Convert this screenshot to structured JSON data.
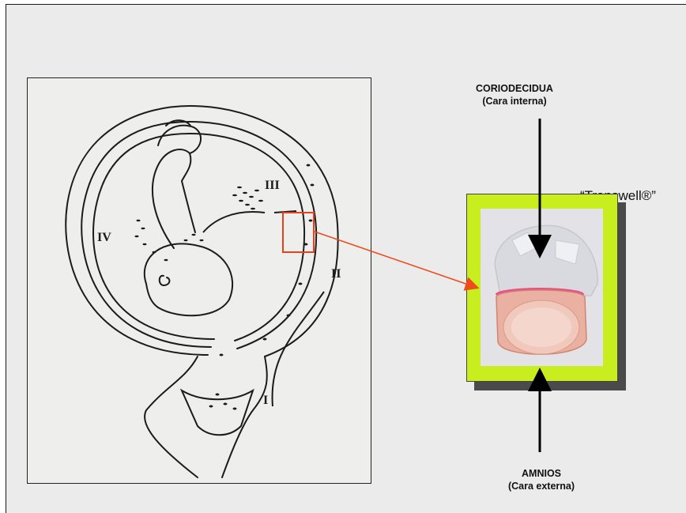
{
  "labels": {
    "top_title": "CORIODECIDUA",
    "top_subtitle": "(Cara interna)",
    "bottom_title": "AMNIOS",
    "bottom_subtitle": "(Cara externa)",
    "device": "“Transwell®”"
  },
  "diagram_numerals": {
    "one": "I",
    "two": "II",
    "three": "III",
    "four": "IV"
  },
  "colors": {
    "slide_background": "#ebebeb",
    "frame_green": "#c9ee20",
    "zoom_box": "#e8401c",
    "zoom_arrow": "#ef4a1a",
    "membrane_pink": "#e9a58f"
  }
}
